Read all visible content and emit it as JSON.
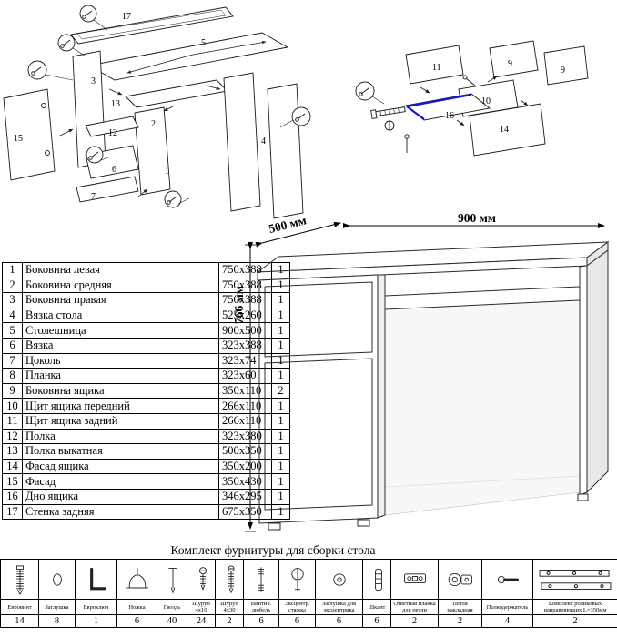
{
  "exploded_diagram": {
    "part_labels": {
      "p1": "1",
      "p2": "2",
      "p3": "3",
      "p4": "4",
      "p5": "5",
      "p6": "6",
      "p7": "7",
      "p9": "9",
      "p10": "10",
      "p11": "11",
      "p12": "12",
      "p13": "13",
      "p14": "14",
      "p15": "15",
      "p16": "16",
      "p17": "17"
    }
  },
  "assembled_view": {
    "width_label": "900 мм",
    "depth_label": "500 мм",
    "height_label": "766 мм"
  },
  "parts_table": {
    "rows": [
      {
        "num": "1",
        "name": "Боковина левая",
        "size": "750x388",
        "qty": "1"
      },
      {
        "num": "2",
        "name": "Боковина средняя",
        "size": "750x388",
        "qty": "1"
      },
      {
        "num": "3",
        "name": "Боковина правая",
        "size": "750x388",
        "qty": "1"
      },
      {
        "num": "4",
        "name": "Вязка стола",
        "size": "525x260",
        "qty": "1"
      },
      {
        "num": "5",
        "name": "Столешница",
        "size": "900x500",
        "qty": "1"
      },
      {
        "num": "6",
        "name": "Вязка",
        "size": "323x388",
        "qty": "1"
      },
      {
        "num": "7",
        "name": "Цоколь",
        "size": "323x74",
        "qty": "1"
      },
      {
        "num": "8",
        "name": "Планка",
        "size": "323x60",
        "qty": "1"
      },
      {
        "num": "9",
        "name": "Боковина ящика",
        "size": "350x110",
        "qty": "2"
      },
      {
        "num": "10",
        "name": "Щит ящика передний",
        "size": "266x110",
        "qty": "1"
      },
      {
        "num": "11",
        "name": "Щит ящика задний",
        "size": "266x110",
        "qty": "1"
      },
      {
        "num": "12",
        "name": "Полка",
        "size": "323x380",
        "qty": "1"
      },
      {
        "num": "13",
        "name": "Полка выкатная",
        "size": "500x350",
        "qty": "1"
      },
      {
        "num": "14",
        "name": "Фасад ящика",
        "size": "350x200",
        "qty": "1"
      },
      {
        "num": "15",
        "name": "Фасад",
        "size": "350x430",
        "qty": "1"
      },
      {
        "num": "16",
        "name": "Дно ящика",
        "size": "346x295",
        "qty": "1"
      },
      {
        "num": "17",
        "name": "Стенка задняя",
        "size": "675x350",
        "qty": "1"
      }
    ]
  },
  "hardware": {
    "title": "Комплект фурнитуры для сборки стола",
    "items": [
      {
        "name": "Евровинт",
        "qty": "14",
        "icon": "euro-screw"
      },
      {
        "name": "Заглушка",
        "qty": "8",
        "icon": "cap"
      },
      {
        "name": "Евроключ",
        "qty": "1",
        "icon": "hex-key"
      },
      {
        "name": "Ножка",
        "qty": "6",
        "icon": "leg"
      },
      {
        "name": "Гвоздь",
        "qty": "40",
        "icon": "nail"
      },
      {
        "name": "Шуруп 4x16",
        "qty": "24",
        "icon": "screw-small"
      },
      {
        "name": "Шуруп 4x30",
        "qty": "2",
        "icon": "screw-long"
      },
      {
        "name": "Винтич. дюбель",
        "qty": "6",
        "icon": "threaded-dowel"
      },
      {
        "name": "Эксцентр. стяжка",
        "qty": "6",
        "icon": "cam-lock"
      },
      {
        "name": "Заглушка для эксцентрика",
        "qty": "6",
        "icon": "cam-cap"
      },
      {
        "name": "Шкант",
        "qty": "6",
        "icon": "wood-dowel"
      },
      {
        "name": "Ответная планка для петли",
        "qty": "2",
        "icon": "hinge-plate"
      },
      {
        "name": "Петля накладная",
        "qty": "2",
        "icon": "hinge"
      },
      {
        "name": "Полкодержатель",
        "qty": "4",
        "icon": "shelf-support"
      },
      {
        "name": "Комплект роликовых направляющих L=350мм",
        "qty": "2",
        "icon": "roller-slides"
      }
    ]
  }
}
